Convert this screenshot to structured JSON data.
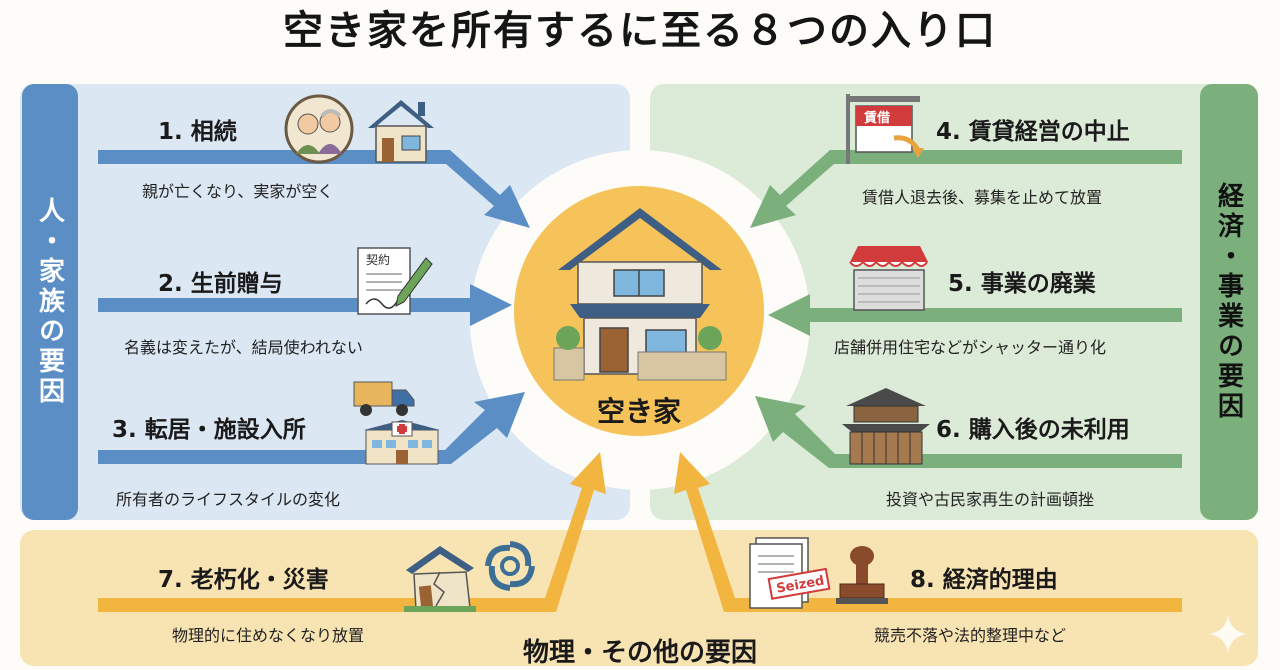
{
  "title": "空き家を所有するに至る８つの入り口",
  "center": {
    "label": "空き家"
  },
  "groups": {
    "left": "人・家族の要因",
    "right": "経済・事業の要因",
    "bottom": "物理・その他の要因"
  },
  "entries": [
    {
      "label": "1. 相続",
      "desc": "親が亡くなり、実家が空く"
    },
    {
      "label": "2. 生前贈与",
      "desc": "名義は変えたが、結局使われない"
    },
    {
      "label": "3. 転居・施設入所",
      "desc": "所有者のライフスタイルの変化"
    },
    {
      "label": "4. 賃貸経営の中止",
      "desc": "賃借人退去後、募集を止めて放置"
    },
    {
      "label": "5. 事業の廃業",
      "desc": "店舗併用住宅などがシャッター通り化"
    },
    {
      "label": "6. 購入後の未利用",
      "desc": "投資や古民家再生の計画頓挫"
    },
    {
      "label": "7. 老朽化・災害",
      "desc": "物理的に住めなくなり放置"
    },
    {
      "label": "8. 経済的理由",
      "desc": "競売不落や法的整理中など"
    }
  ],
  "icon_text": {
    "contract": "契約",
    "rent_sign": "賃借",
    "seized_stamp": "Seized"
  },
  "colors": {
    "blue_panel": "#dbe7f3",
    "blue_accent": "#5a8ec5",
    "green_panel": "#dcebd8",
    "green_accent": "#7bb07c",
    "yellow_panel": "#f8e3b2",
    "yellow_accent": "#f2b640",
    "center": "#f6c35a"
  }
}
